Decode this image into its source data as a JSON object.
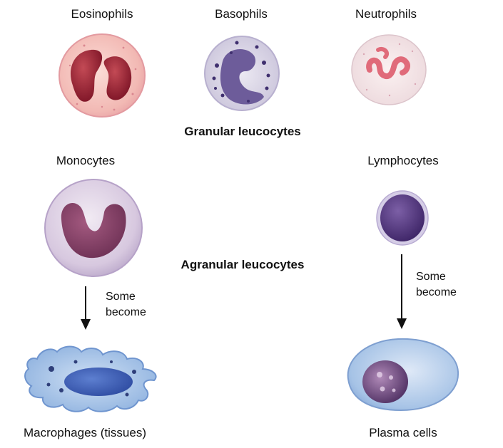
{
  "cells": {
    "eosinophils": "Eosinophils",
    "basophils": "Basophils",
    "neutrophils": "Neutrophils",
    "monocytes": "Monocytes",
    "lymphocytes": "Lymphocytes",
    "macrophages": "Macrophages (tissues)",
    "plasma_cells": "Plasma cells"
  },
  "groups": {
    "granular": "Granular leucocytes",
    "agranular": "Agranular leucocytes"
  },
  "arrows": {
    "left_note_line1": "Some",
    "left_note_line2": "become",
    "right_note_line1": "Some",
    "right_note_line2": "become"
  },
  "colors": {
    "eosinophil_nucleus": "#8e1f2e",
    "eosinophil_cytoplasm": "#f2b9b4",
    "basophil_nucleus": "#5a4a8a",
    "neutrophil_nucleus": "#e06b7a",
    "monocyte_nucleus": "#7a3a5e",
    "lymphocyte_nucleus": "#4a2f7a",
    "macrophage_body": "#a9c8ea",
    "plasma_body": "#a6c3e6"
  }
}
